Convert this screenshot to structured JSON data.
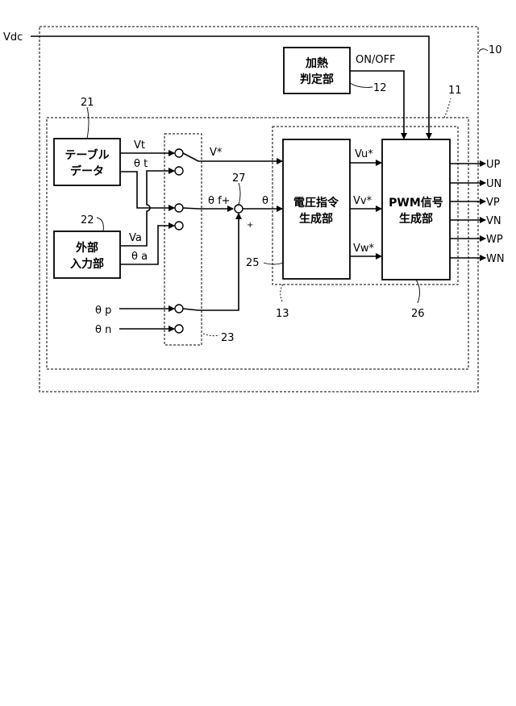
{
  "signals": {
    "vdc": "Vdc",
    "on_off": "ON/OFF",
    "vt": "Vt",
    "theta_t": "θ t",
    "va": "Va",
    "theta_a": "θ a",
    "theta_p": "θ p",
    "theta_n": "θ n",
    "v_star": "V*",
    "theta_f_plus": "θ f+",
    "theta": "θ",
    "plus": "+",
    "vu_star": "Vu*",
    "vv_star": "Vv*",
    "vw_star": "Vw*"
  },
  "outputs": [
    "UP",
    "UN",
    "VP",
    "VN",
    "WP",
    "WN"
  ],
  "blocks": {
    "heating_judgment": [
      "加熱",
      "判定部"
    ],
    "table_data": [
      "テーブル",
      "データ"
    ],
    "external_input": [
      "外部",
      "入力部"
    ],
    "voltage_command": [
      "電圧指令",
      "生成部"
    ],
    "pwm_signal": [
      "PWM信号",
      "生成部"
    ]
  },
  "refs": {
    "r10": "10",
    "r11": "11",
    "r12": "12",
    "r13": "13",
    "r21": "21",
    "r22": "22",
    "r23": "23",
    "r25": "25",
    "r26": "26",
    "r27": "27"
  }
}
